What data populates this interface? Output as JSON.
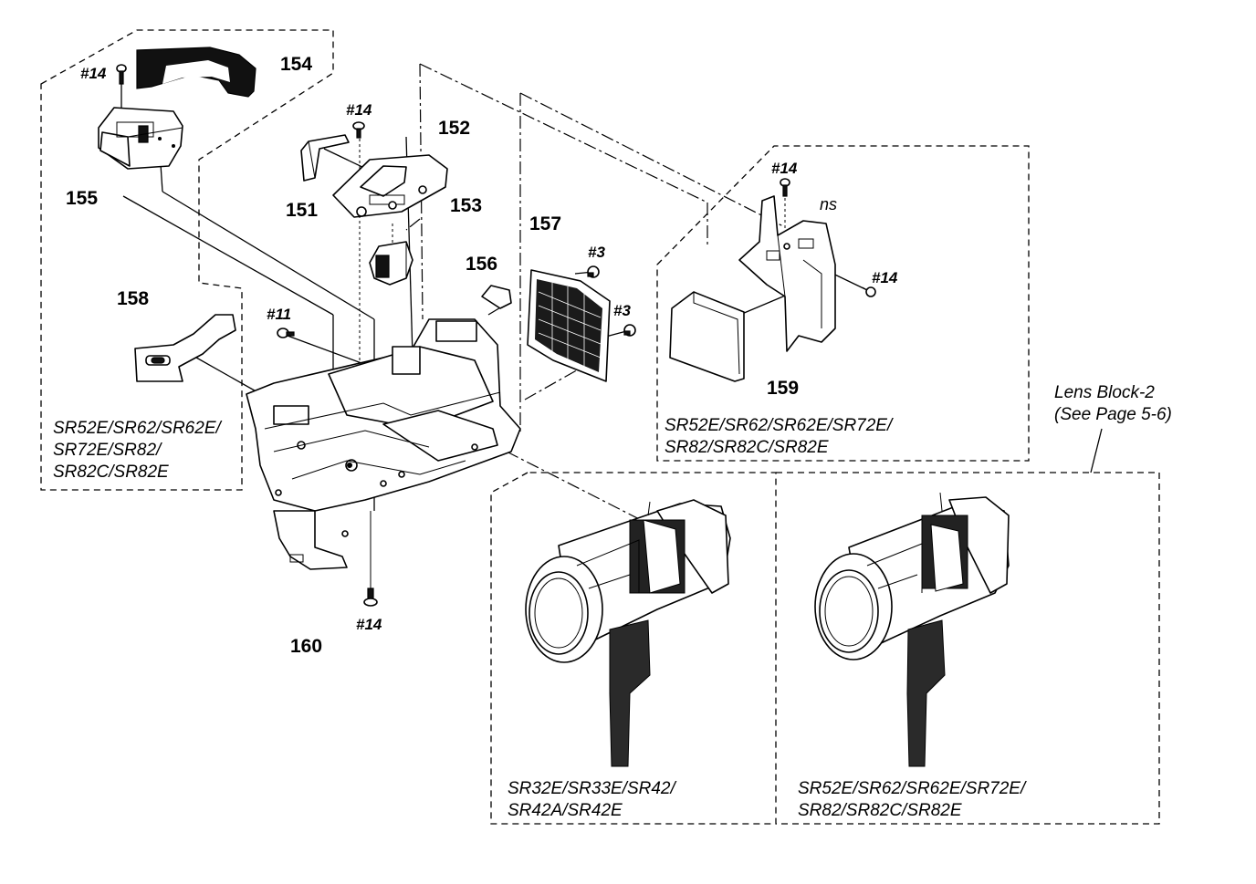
{
  "part_labels": {
    "p151": "151",
    "p152": "152",
    "p153": "153",
    "p154": "154",
    "p155": "155",
    "p156": "156",
    "p157": "157",
    "p158": "158",
    "p159": "159",
    "p160": "160",
    "ns": "ns"
  },
  "screw_labels": {
    "s14_topleft": "#14",
    "s14_center": "#14",
    "s14_right_top": "#14",
    "s14_right_mid": "#14",
    "s14_bottom": "#14",
    "s11": "#11",
    "s3_upper": "#3",
    "s3_lower": "#3"
  },
  "model_groups": {
    "left": [
      "SR52E/SR62/SR62E/",
      "SR72E/SR82/",
      "SR82C/SR82E"
    ],
    "right_top": [
      "SR52E/SR62/SR62E/SR72E/",
      "SR82/SR82C/SR82E"
    ],
    "lens_left": [
      "SR32E/SR33E/SR42/",
      "SR42A/SR42E"
    ],
    "lens_right": [
      "SR52E/SR62/SR62E/SR72E/",
      "SR82/SR82C/SR82E"
    ]
  },
  "lens_block": [
    "Lens Block-2",
    "(See Page 5-6)"
  ]
}
